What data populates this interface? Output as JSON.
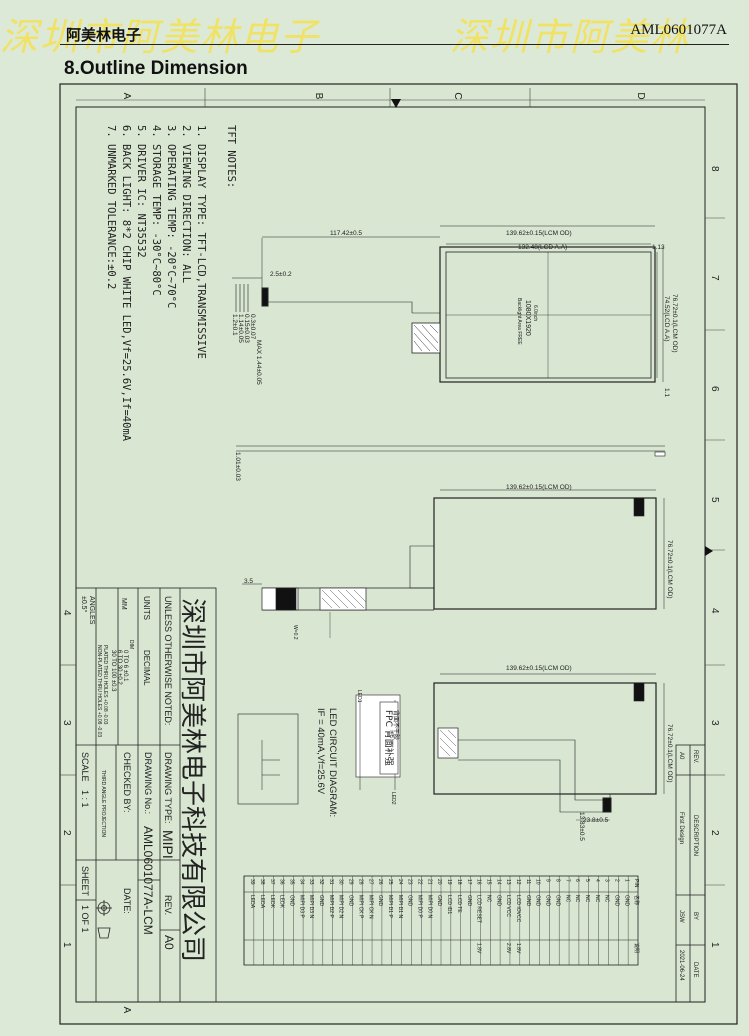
{
  "header": {
    "company": "阿美林电子",
    "part_no": "AML0601077A",
    "watermark_left": "深圳市阿美林电子",
    "watermark_right": "深圳市阿美林"
  },
  "section_title": "8.Outline Dimension",
  "frame": {
    "zones_top": [
      "A",
      "B",
      "C",
      "D"
    ],
    "zones_bottom": [
      "A"
    ],
    "zones_side": [
      "8",
      "7",
      "6",
      "5",
      "4",
      "3",
      "2",
      "1"
    ],
    "zones_left": [
      "4",
      "3",
      "2",
      "1"
    ]
  },
  "notes": {
    "title": "TFT NOTES:",
    "lines": [
      "1. DISPLAY TYPE:      TFT-LCD,TRANSMISSIVE",
      "2. VIEWING DIRECTION: ALL",
      "3. OPERATING TEMP:   -20°C~70°C",
      "4. STORAGE TEMP:     -30°C~80°C",
      "5. DRIVER IC:        NT35532",
      "6. BACK LIGHT:       8*2 CHIP WHITE LED,Vf=25.6V,If=40mA",
      "7. UNMARKED TOLERANCE:±0.2"
    ]
  },
  "dims": {
    "lcm_od": "139.62±0.15(LCM OD)",
    "lcd_aa": "132.48(LCD A.A)",
    "gap": "1.13",
    "fpc_len": "117.42±0.5",
    "fpc_offset": "2.5±0.2",
    "lcm_od_h": "76.72±0.1(LCM OD)",
    "lcd_aa_h": "74.52(LCD A.A)",
    "edge_1_1": "1.1",
    "t1": "MAX 1.44±0.05",
    "t2": "0.3±0.07",
    "t3": "0.15±0.03",
    "t4": "1.14±0.05",
    "t5": "1.2±0.1",
    "t6": "1.01±0.03",
    "lcm_od_b": "139.62±0.15(LCM OD)",
    "lcm_od_h_b": "76.72±0.1(LCM OD)",
    "dim_3_5": "3.5",
    "w_0_2": "W=0.2",
    "lcm_od_c": "139.62±0.15(LCM OD)",
    "lcm_od_h_c": "76.72±0.1(LCM OD)",
    "fpc_w": "23.8±0.5",
    "fpc_t": "13.83±0.5",
    "panel_res": "1080X1920",
    "panel_size": "6.0inch",
    "panel_note": "Backlight Area FREE"
  },
  "led": {
    "label": "LED CIRCUIT DIAGRAM:",
    "spec": "IF = 40mA,Vf=25.6V",
    "led1": "LED1",
    "led2": "LED2",
    "sticker_title": "背面不干胶",
    "sticker_text": "FPC 背面补强"
  },
  "title_block": {
    "company": "深圳市阿美林电子科技有限公司",
    "unless": "UNLESS OTHERWISE NOTED:",
    "units": "UNITS",
    "mm": "MM",
    "decimal": "DECIMAL",
    "tol_head": "DIM",
    "tol_rows": [
      "0   TO  6    ±0.1",
      "6   TO  30   ±0.2",
      "30  TO  100  ±0.3"
    ],
    "plated": "PLATED THRU HOLES +0.08 -0.03",
    "nonplated": "NON-PLATED THRU HOLES +0.08 -0.03",
    "angles": "ANGLES",
    "angles_val": "±0.5°",
    "drawing_type_label": "DRAWING TYPE:",
    "drawing_type": "MIPI",
    "rev_label": "REV.",
    "rev": "A0",
    "drawing_no_label": "DRAWING No.:",
    "drawing_no": "AML0601077A-LCM",
    "checked_label": "CHECKED BY:",
    "date_label": "DATE:",
    "projection": "THIRD ANGLE PROJECTION",
    "scale_label": "SCALE",
    "scale": "1 : 1",
    "sheet_label": "SHEET",
    "sheet": "1  OF  1"
  },
  "revision": {
    "headers": [
      "REV.",
      "DESCRIPTION",
      "BY",
      "DATE"
    ],
    "row": [
      "A0",
      "First Design",
      "JSW",
      "2021-06-24"
    ]
  },
  "pins": {
    "headers": [
      "PIN",
      "名称",
      "说明"
    ],
    "rows": [
      [
        "1",
        "GND",
        ""
      ],
      [
        "2",
        "GND",
        ""
      ],
      [
        "3",
        "NC",
        ""
      ],
      [
        "4",
        "NC",
        ""
      ],
      [
        "5",
        "NC",
        ""
      ],
      [
        "6",
        "NC",
        ""
      ],
      [
        "7",
        "NC",
        ""
      ],
      [
        "8",
        "GND",
        ""
      ],
      [
        "9",
        "GND",
        ""
      ],
      [
        "10",
        "GND",
        ""
      ],
      [
        "11",
        "GND",
        ""
      ],
      [
        "12",
        "LCD IOVCC",
        "1.8V"
      ],
      [
        "13",
        "LCD VCC",
        "2.8V"
      ],
      [
        "14",
        "GND",
        ""
      ],
      [
        "15",
        "NC",
        ""
      ],
      [
        "16",
        "LCD RESET",
        "1.8V"
      ],
      [
        "17",
        "GND",
        ""
      ],
      [
        "18",
        "LCD TE",
        ""
      ],
      [
        "19",
        "LCD ID1",
        ""
      ],
      [
        "20",
        "GND",
        ""
      ],
      [
        "21",
        "MIPI D0 N",
        ""
      ],
      [
        "22",
        "MIPI D0 P",
        ""
      ],
      [
        "23",
        "GND",
        ""
      ],
      [
        "24",
        "MIPI D1 N",
        ""
      ],
      [
        "25",
        "MIPI D1 P",
        ""
      ],
      [
        "26",
        "GND",
        ""
      ],
      [
        "27",
        "MIPI CK N",
        ""
      ],
      [
        "28",
        "MIPI CK P",
        ""
      ],
      [
        "29",
        "GND",
        ""
      ],
      [
        "30",
        "MIPI D2 N",
        ""
      ],
      [
        "31",
        "MIPI D2 P",
        ""
      ],
      [
        "32",
        "GND",
        ""
      ],
      [
        "33",
        "MIPI D3 N",
        ""
      ],
      [
        "34",
        "MIPI D3 P",
        ""
      ],
      [
        "35",
        "GND",
        ""
      ],
      [
        "36",
        "LEDK",
        ""
      ],
      [
        "37",
        "LEDK",
        ""
      ],
      [
        "38",
        "LEDA",
        ""
      ],
      [
        "39",
        "LEDA",
        ""
      ]
    ]
  }
}
